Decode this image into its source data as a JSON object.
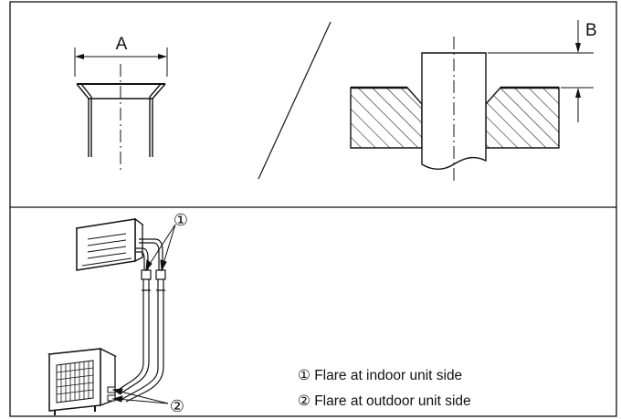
{
  "top_panel": {
    "dimension_a": "A",
    "dimension_b": "B"
  },
  "bottom_panel": {
    "callout_1": "①",
    "callout_2": "②",
    "legend": [
      {
        "text": "① Flare at indoor unit side"
      },
      {
        "text": "② Flare at outdoor unit side"
      }
    ]
  },
  "colors": {
    "line": "#111111",
    "background": "#ffffff"
  }
}
